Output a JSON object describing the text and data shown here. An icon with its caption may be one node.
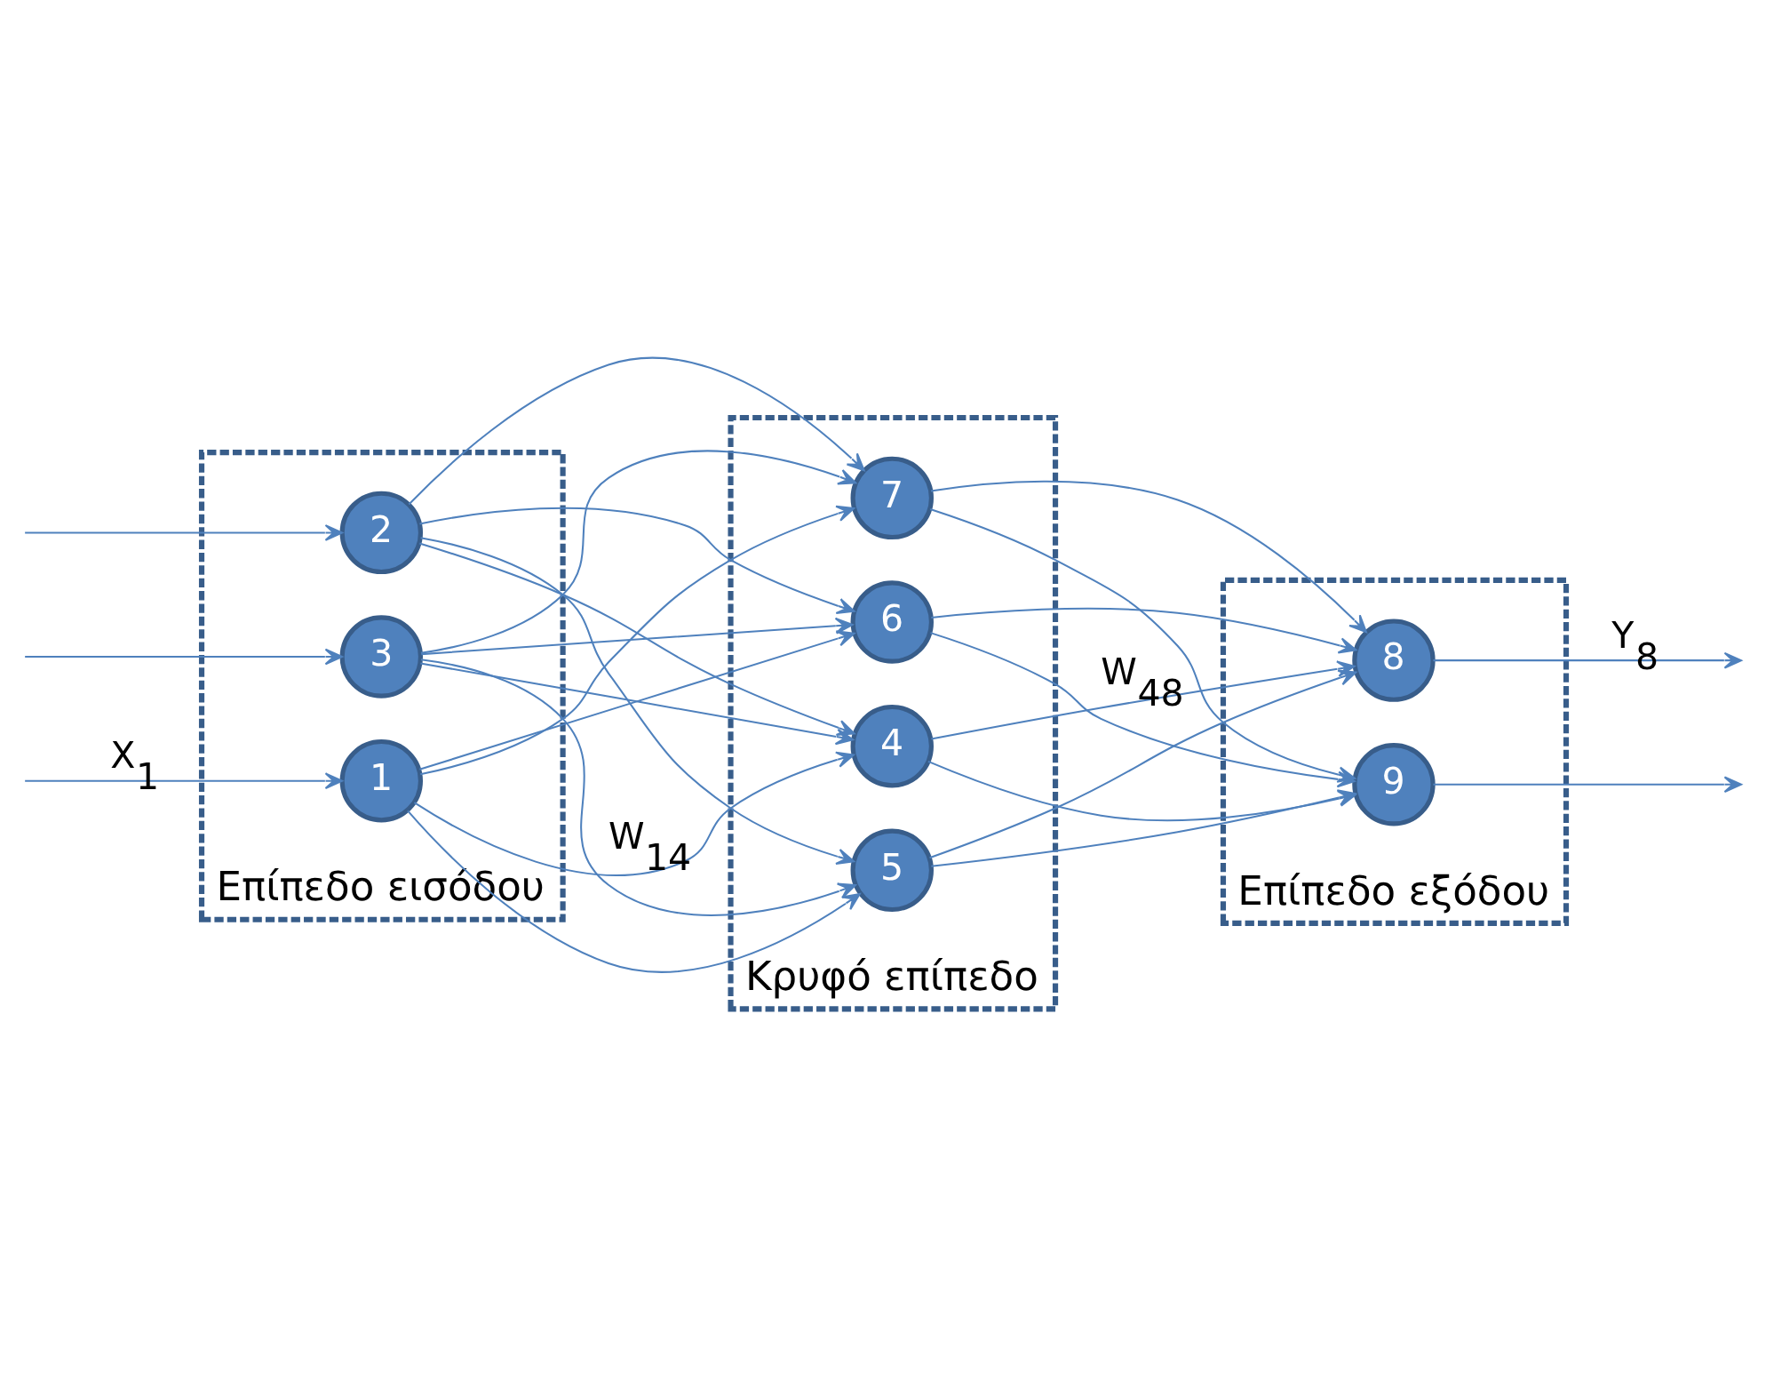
{
  "diagram": {
    "nodes": [
      {
        "text": [
          "Επίπεδο εισόδου"
        ]
      },
      {
        "text": [
          "1"
        ],
        "in": 0
      },
      {
        "text": [
          "2"
        ],
        "in": 0
      },
      {
        "text": [
          "3"
        ],
        "in": 0
      },
      {
        "text": [
          "Κρυφό επίπεδο"
        ]
      },
      {
        "text": [
          "4"
        ],
        "in": 4
      },
      {
        "text": [
          "5"
        ],
        "in": 4
      },
      {
        "text": [
          "6"
        ],
        "in": 4
      },
      {
        "text": [
          "7"
        ],
        "in": 4
      },
      {
        "text": [
          "Επίπεδο εξόδου"
        ]
      },
      {
        "text": [
          "8"
        ],
        "in": 9
      },
      {
        "text": [
          "9"
        ],
        "in": 9
      }
    ],
    "edges": [
      {
        "from": null,
        "to": 1,
        "arrow": "to",
        "label": "X$_{1}$"
      },
      {
        "from": null,
        "to": 2,
        "arrow": "to"
      },
      {
        "from": null,
        "to": 3,
        "arrow": "to"
      },
      {
        "from": 1,
        "to": 5,
        "arrow": "to",
        "label": "W$_{14}$"
      },
      {
        "from": 1,
        "to": 6,
        "arrow": "to"
      },
      {
        "from": 1,
        "to": 7,
        "arrow": "to"
      },
      {
        "from": 1,
        "to": 8,
        "arrow": "to"
      },
      {
        "from": 2,
        "to": 5,
        "arrow": "to"
      },
      {
        "from": 2,
        "to": 6,
        "arrow": "to"
      },
      {
        "from": 2,
        "to": 7,
        "arrow": "to"
      },
      {
        "from": 2,
        "to": 8,
        "arrow": "to"
      },
      {
        "from": 3,
        "to": 5,
        "arrow": "to"
      },
      {
        "from": 3,
        "to": 6,
        "arrow": "to"
      },
      {
        "from": 3,
        "to": 7,
        "arrow": "to"
      },
      {
        "from": 3,
        "to": 8,
        "arrow": "to"
      },
      {
        "from": 5,
        "to": 10,
        "arrow": "to",
        "label": "W$_{48}$"
      },
      {
        "from": 5,
        "to": 11,
        "arrow": "to"
      },
      {
        "from": 6,
        "to": 10,
        "arrow": "to"
      },
      {
        "from": 6,
        "to": 11,
        "arrow": "to"
      },
      {
        "from": 7,
        "to": 10,
        "arrow": "to"
      },
      {
        "from": 7,
        "to": 11,
        "arrow": "to"
      },
      {
        "from": 8,
        "to": 10,
        "arrow": "to"
      },
      {
        "from": 8,
        "to": 11,
        "arrow": "to"
      },
      {
        "from": 10,
        "to": null,
        "arrow": "to",
        "label": "Y$_{8}$"
      },
      {
        "from": 11,
        "to": null,
        "arrow": "to"
      }
    ]
  }
}
